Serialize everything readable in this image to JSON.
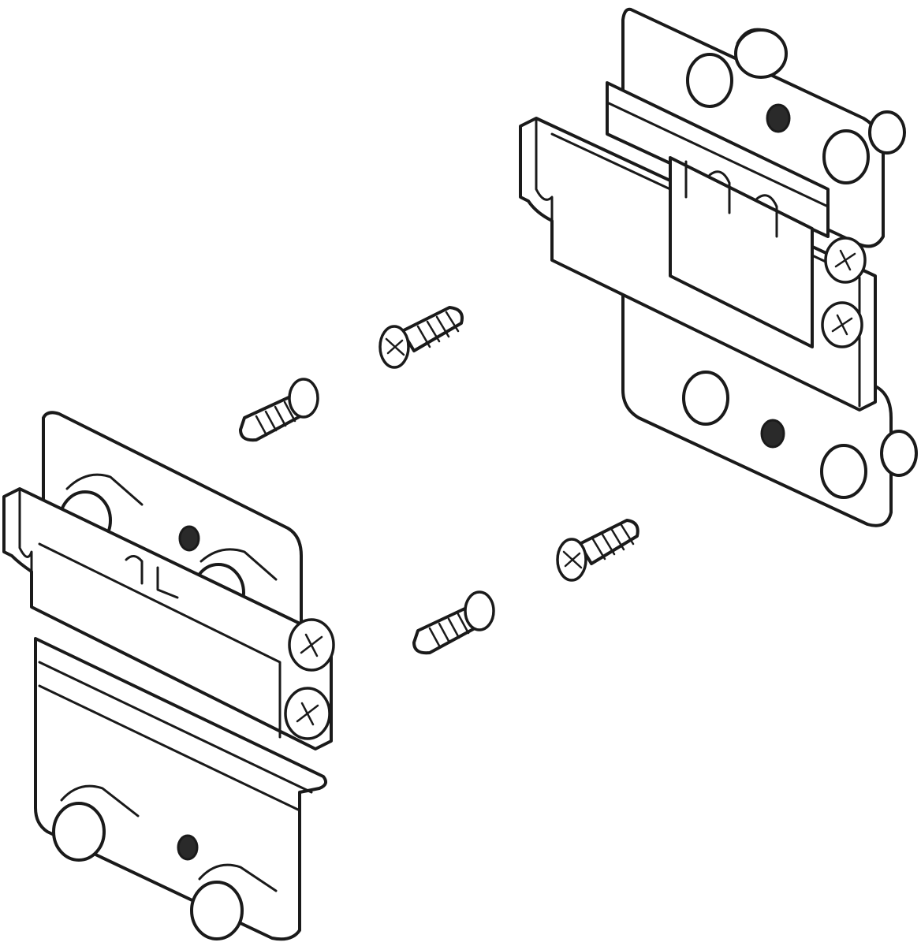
{
  "figure": {
    "parts": [
      {
        "id": "left-hinge-assembly",
        "icon": "hinge-plate-icon"
      },
      {
        "id": "right-hinge-assembly",
        "icon": "hinge-plate-icon"
      },
      {
        "id": "screw-1",
        "icon": "screw-icon"
      },
      {
        "id": "screw-2",
        "icon": "screw-icon"
      },
      {
        "id": "screw-3",
        "icon": "screw-icon"
      },
      {
        "id": "screw-4",
        "icon": "screw-icon"
      }
    ],
    "colors": {
      "line": "#1a1a1a",
      "background": "#ffffff"
    }
  }
}
